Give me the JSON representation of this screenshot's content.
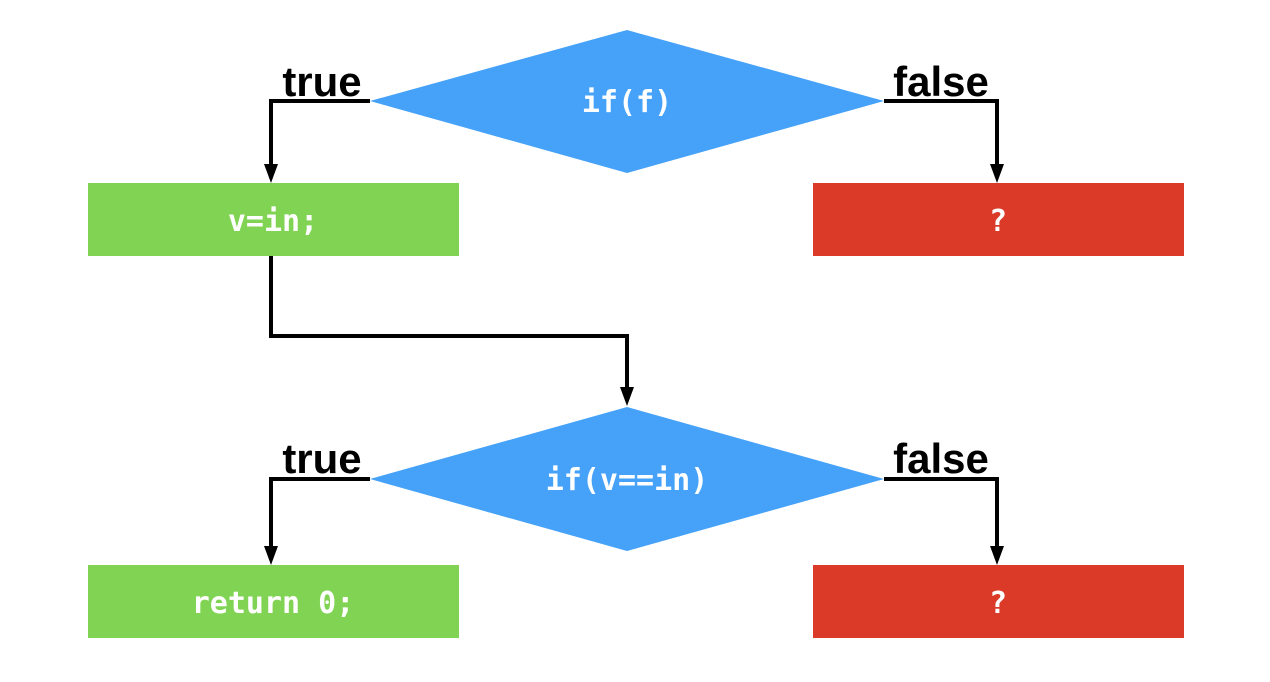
{
  "colors": {
    "decision": "#45a2f8",
    "true_box": "#80d353",
    "false_box": "#da3a27",
    "line": "#000000",
    "text": "#ffffff"
  },
  "nodes": {
    "decision1": "if(f)",
    "decision2": "if(v==in)",
    "box_v_assign": "v=in;",
    "box_unknown_1": "?",
    "box_return": "return 0;",
    "box_unknown_2": "?"
  },
  "edges": {
    "d1_true": "true",
    "d1_false": "false",
    "d2_true": "true",
    "d2_false": "false"
  }
}
